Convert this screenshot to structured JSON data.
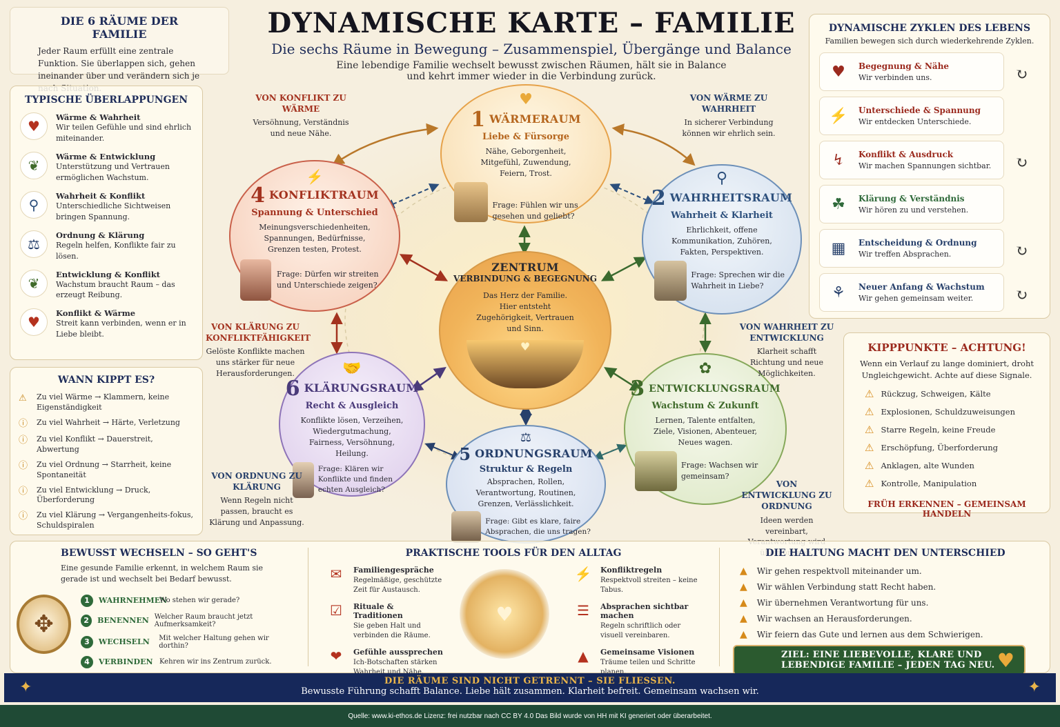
{
  "header": {
    "title": "DYNAMISCHE KARTE – FAMILIE",
    "subtitle": "Die sechs Räume in Bewegung – Zusammenspiel, Übergänge und Balance",
    "intro_line1": "Eine lebendige Familie wechselt bewusst zwischen Räumen, hält sie in Balance",
    "intro_line2": "und kehrt immer wieder in die Verbindung zurück."
  },
  "rooms_intro": {
    "title": "DIE 6 RÄUME DER FAMILIE",
    "text": "Jeder Raum erfüllt eine zentrale Funktion. Sie überlappen sich, gehen ineinander über und verändern sich je nach Situation."
  },
  "overlaps": {
    "title": "TYPISCHE ÜBERLAPPUNGEN",
    "items": [
      {
        "icon": "heart-icon",
        "title": "Wärme & Wahrheit",
        "text": "Wir teilen Gefühle und sind ehrlich miteinander."
      },
      {
        "icon": "leaf-icon",
        "title": "Wärme & Entwicklung",
        "text": "Unterstützung und Vertrauen ermöglichen Wachstum."
      },
      {
        "icon": "magnifier-icon",
        "title": "Wahrheit & Konflikt",
        "text": "Unterschiedliche Sichtweisen bringen Spannung."
      },
      {
        "icon": "scales-icon",
        "title": "Ordnung & Klärung",
        "text": "Regeln helfen, Konflikte fair zu lösen."
      },
      {
        "icon": "leaf-icon",
        "title": "Entwicklung & Konflikt",
        "text": "Wachstum braucht Raum – das erzeugt Reibung."
      },
      {
        "icon": "heart-icon",
        "title": "Konflikt & Wärme",
        "text": "Streit kann verbinden, wenn er in Liebe bleibt."
      }
    ]
  },
  "tipping": {
    "title": "WANN KIPPT ES?",
    "items": [
      "Zu viel Wärme → Klammern, keine Eigenständigkeit",
      "Zu viel Wahrheit → Härte, Verletzung",
      "Zu viel Konflikt → Dauerstreit, Abwertung",
      "Zu viel Ordnung → Starrheit, keine Spontaneität",
      "Zu viel Entwicklung → Druck, Überforderung",
      "Zu viel Klärung → Vergangenheits-fokus, Schuldspiralen"
    ]
  },
  "center": {
    "title": "ZENTRUM",
    "subtitle": "VERBINDUNG & BEGEGNUNG",
    "text": "Das Herz der Familie. Hier entsteht Zugehörigkeit, Vertrauen und Sinn."
  },
  "rooms": [
    {
      "num": "1",
      "name": "WÄRMERAUM",
      "sub": "Liebe & Fürsorge",
      "desc": "Nähe, Geborgenheit, Mitgefühl, Zuwendung, Feiern, Trost.",
      "question": "Frage: Fühlen wir uns gesehen und geliebt?",
      "color": "#b5651d"
    },
    {
      "num": "2",
      "name": "WAHRHEITSRAUM",
      "sub": "Wahrheit & Klarheit",
      "desc": "Ehrlichkeit, offene Kommunikation, Zuhören, Fakten, Perspektiven.",
      "question": "Frage: Sprechen wir die Wahrheit in Liebe?",
      "color": "#2c4f7c"
    },
    {
      "num": "3",
      "name": "ENTWICKLUNGSRAUM",
      "sub": "Wachstum & Zukunft",
      "desc": "Lernen, Talente entfalten, Ziele, Visionen, Abenteuer, Neues wagen.",
      "question": "Frage: Wachsen wir gemeinsam?",
      "color": "#3f6a2a"
    },
    {
      "num": "4",
      "name": "KONFLIKTRAUM",
      "sub": "Spannung & Unterschied",
      "desc": "Meinungsverschiedenheiten, Spannungen, Bedürfnisse, Grenzen testen, Protest.",
      "question": "Frage: Dürfen wir streiten und Unterschiede zeigen?",
      "color": "#a3321f"
    },
    {
      "num": "5",
      "name": "ORDNUNGSRAUM",
      "sub": "Struktur & Regeln",
      "desc": "Absprachen, Rollen, Verantwortung, Routinen, Grenzen, Verlässlichkeit.",
      "question": "Frage: Gibt es klare, faire Absprachen, die uns tragen?",
      "color": "#27406b"
    },
    {
      "num": "6",
      "name": "KLÄRUNGSRAUM",
      "sub": "Recht & Ausgleich",
      "desc": "Konflikte lösen, Verzeihen, Wiedergutmachung, Fairness, Versöhnung, Heilung.",
      "question": "Frage: Klären wir Konflikte und finden echten Ausgleich?",
      "color": "#4a3a7a"
    }
  ],
  "transitions": [
    {
      "title": "VON KONFLIKT ZU WÄRME",
      "text": "Versöhnung, Verständnis und neue Nähe.",
      "color": "#a3321f"
    },
    {
      "title": "VON WÄRME ZU WAHRHEIT",
      "text": "In sicherer Verbindung können wir ehrlich sein.",
      "color": "#27406b"
    },
    {
      "title": "VON KLÄRUNG ZU KONFLIKTFÄHIGKEIT",
      "text": "Gelöste Konflikte machen uns stärker für neue Herausforderungen.",
      "color": "#a3321f"
    },
    {
      "title": "VON WAHRHEIT ZU ENTWICKLUNG",
      "text": "Klarheit schafft Richtung und neue Möglichkeiten.",
      "color": "#27406b"
    },
    {
      "title": "VON ORDNUNG ZU KLÄRUNG",
      "text": "Wenn Regeln nicht passen, braucht es Klärung und Anpassung.",
      "color": "#27406b"
    },
    {
      "title": "VON ENTWICKLUNG ZU ORDNUNG",
      "text": "Ideen werden vereinbart, Verantwortung wird übernommen.",
      "color": "#27406b"
    }
  ],
  "cycles": {
    "title": "DYNAMISCHE ZYKLEN DES LEBENS",
    "subtitle": "Familien bewegen sich durch wiederkehrende Zyklen.",
    "items": [
      {
        "icon": "heart-icon",
        "title": "Begegnung & Nähe",
        "text": "Wir verbinden uns.",
        "color": "#9b2a1e"
      },
      {
        "icon": "lightning-icon",
        "title": "Unterschiede & Spannung",
        "text": "Wir entdecken Unterschiede.",
        "color": "#9b2a1e"
      },
      {
        "icon": "lightning-arrow-icon",
        "title": "Konflikt & Ausdruck",
        "text": "Wir machen Spannungen sichtbar.",
        "color": "#9b2a1e"
      },
      {
        "icon": "clover-icon",
        "title": "Klärung & Verständnis",
        "text": "Wir hören zu und verstehen.",
        "color": "#2f6a3a"
      },
      {
        "icon": "calendar-icon",
        "title": "Entscheidung & Ordnung",
        "text": "Wir treffen Absprachen.",
        "color": "#27406b"
      },
      {
        "icon": "sprout-icon",
        "title": "Neuer Anfang & Wachstum",
        "text": "Wir gehen gemeinsam weiter.",
        "color": "#27406b"
      }
    ]
  },
  "kipp": {
    "title": "KIPPPUNKTE – ACHTUNG!",
    "text": "Wenn ein Verlauf zu lange dominiert, droht Ungleichgewicht. Achte auf diese Signale.",
    "items": [
      "Rückzug, Schweigen, Kälte",
      "Explosionen, Schuldzuweisungen",
      "Starre Regeln, keine Freude",
      "Erschöpfung, Überforderung",
      "Anklagen, alte Wunden",
      "Kontrolle, Manipulation"
    ],
    "footer": "FRÜH ERKENNEN – GEMEINSAM HANDELN"
  },
  "switch": {
    "title": "BEWUSST WECHSELN – SO GEHT'S",
    "text": "Eine gesunde Familie erkennt, in welchem Raum sie gerade ist und wechselt bei Bedarf bewusst.",
    "steps": [
      {
        "num": "1",
        "label": "WAHRNEHMEN",
        "text": "Wo stehen wir gerade?"
      },
      {
        "num": "2",
        "label": "BENENNEN",
        "text": "Welcher Raum braucht jetzt Aufmerksamkeit?"
      },
      {
        "num": "3",
        "label": "WECHSELN",
        "text": "Mit welcher Haltung gehen wir dorthin?"
      },
      {
        "num": "4",
        "label": "VERBINDEN",
        "text": "Kehren wir ins Zentrum zurück."
      }
    ]
  },
  "tools": {
    "title": "PRAKTISCHE TOOLS FÜR DEN ALLTAG",
    "left": [
      {
        "icon": "speech-bubble-icon",
        "title": "Familiengespräche",
        "text": "Regelmäßige, geschützte Zeit für Austausch."
      },
      {
        "icon": "calendar-heart-icon",
        "title": "Rituale & Traditionen",
        "text": "Sie geben Halt und verbinden die Räume."
      },
      {
        "icon": "heart-bubble-icon",
        "title": "Gefühle aussprechen",
        "text": "Ich-Botschaften stärken Wahrheit und Nähe."
      }
    ],
    "right": [
      {
        "icon": "lightning-icon",
        "title": "Konfliktregeln",
        "text": "Respektvoll streiten – keine Tabus."
      },
      {
        "icon": "checklist-icon",
        "title": "Absprachen sichtbar machen",
        "text": "Regeln schriftlich oder visuell vereinbaren."
      },
      {
        "icon": "mountain-flag-icon",
        "title": "Gemeinsame Visionen",
        "text": "Träume teilen und Schritte planen."
      }
    ]
  },
  "attitude": {
    "title": "DIE HALTUNG MACHT DEN UNTERSCHIED",
    "items": [
      "Wir gehen respektvoll miteinander um.",
      "Wir wählen Verbindung statt Recht haben.",
      "Wir übernehmen Verantwortung für uns.",
      "Wir wachsen an Herausforderungen.",
      "Wir feiern das Gute und lernen aus dem Schwierigen."
    ],
    "goal_line1": "ZIEL: EINE LIEBEVOLLE, KLARE UND",
    "goal_line2": "LEBENDIGE FAMILIE – JEDEN TAG NEU."
  },
  "banner": {
    "line1": "DIE RÄUME SIND NICHT GETRENNT – SIE FLIESSEN.",
    "line2": "Bewusste Führung schafft Balance. Liebe hält zusammen. Klarheit befreit. Gemeinsam wachsen wir."
  },
  "source": "Quelle: www.ki-ethos.de Lizenz: frei nutzbar nach CC BY 4.0 Das Bild wurde von HH mit KI generiert oder überarbeitet.",
  "colors": {
    "navy": "#1f2d5a",
    "banner": "#16285a",
    "footer": "#1f4a35",
    "accent_gold": "#e9a93a",
    "goal_green": "#2b5a2f"
  }
}
